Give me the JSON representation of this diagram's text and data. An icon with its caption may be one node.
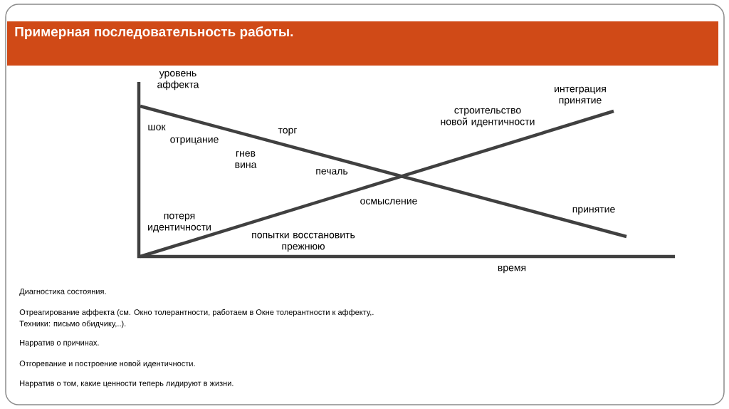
{
  "diagram": {
    "title": "Примерная последовательность работы.",
    "labels": [
      "уровень аффекта",
      "интеграция принятие",
      "строительство новой идентичности",
      "шок",
      "торг",
      "отрицание",
      "гнев вина",
      "печаль",
      "осмысление",
      "принятие",
      "потеря идентичности",
      "попытки восстановить прежнюю",
      "время",
      "Диагностика состояния.",
      "Отреагирование аффекта (см. Окно толерантности, работаем в Окне толерантности к аффекту,.",
      "Техники: письмо обидчику,..).",
      "Нарратив о причинах.",
      "Отгоревание и построение новой идентичности.",
      "Нарратив о том, какие ценности теперь лидируют в жизни."
    ]
  }
}
